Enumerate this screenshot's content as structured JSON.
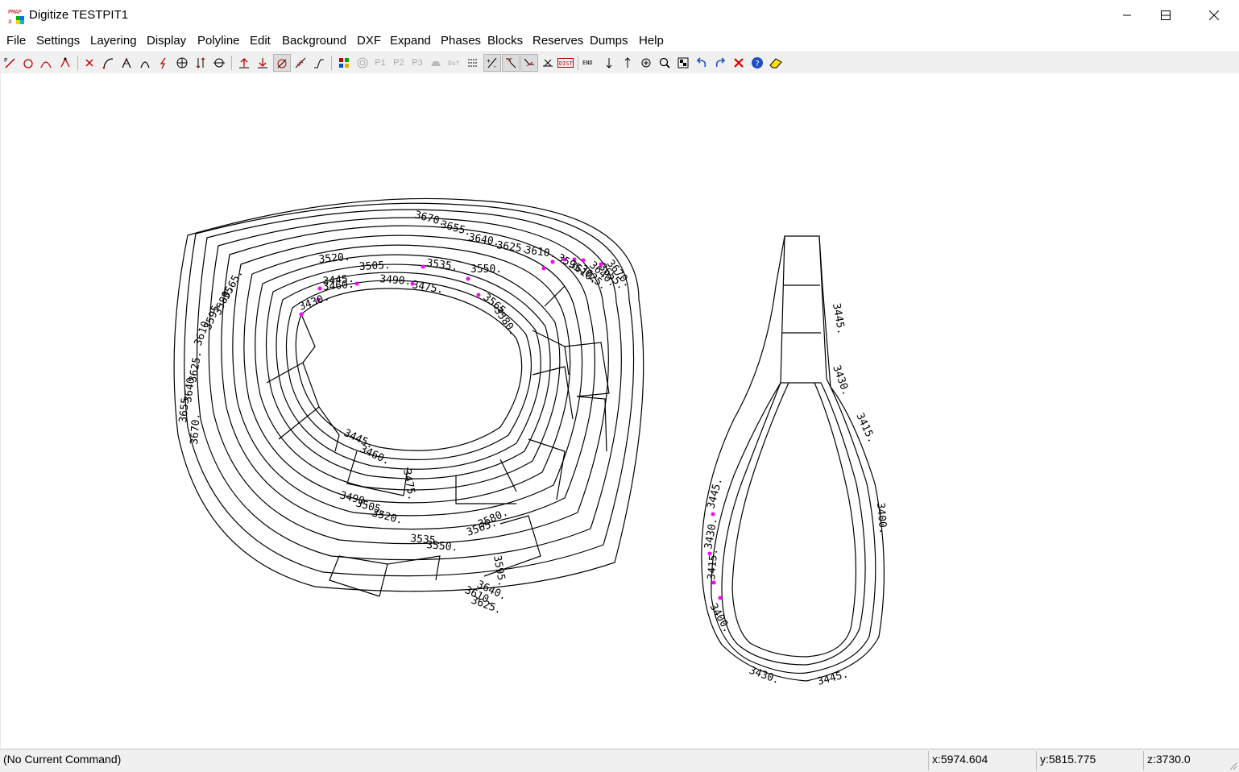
{
  "window": {
    "title": "Digitize TESTPIT1",
    "app_icon": "pmap-app-icon"
  },
  "menu": [
    "File",
    "Settings",
    "Layering",
    "Display",
    "Polyline",
    "Edit",
    "Background",
    "DXF",
    "Expand",
    "Phases",
    "Blocks",
    "Reserves",
    "Dumps",
    "Help"
  ],
  "toolbar": {
    "p1": "P1",
    "p2": "P2",
    "p3": "P3",
    "dist": "DIST",
    "end": "END"
  },
  "canvas": {
    "pit_left_labels": {
      "top1": "3670.",
      "top2": "3655.",
      "top3": "3640.",
      "top4": "3625.",
      "top5": "3610.",
      "inner1": "3520.",
      "inner2": "3505.",
      "inner3": "3490.",
      "inner4": "3475.",
      "inner5": "3535.",
      "inner6": "3550.",
      "inner7": "3460.",
      "inner8": "3445.",
      "inner9": "3430.",
      "inner10": "3565.",
      "inner11": "3580.",
      "west1": "3565.",
      "west2": "3580.",
      "west3": "3595.",
      "west4": "3610.",
      "far_west1": "3625.",
      "far_west2": "3640.",
      "far_west3": "3655.",
      "far_west4": "3670.",
      "south1": "3445.",
      "south2": "3460.",
      "south3": "3475.",
      "south4": "3490.",
      "south5": "3505.",
      "south6": "3520.",
      "south7": "3535.",
      "south8": "3550.",
      "south9": "3565.",
      "south10": "3580.",
      "south11": "3595.",
      "south12": "3610.",
      "south13": "3625.",
      "south14": "3640.",
      "east1": "3595.",
      "east2": "3610.",
      "east3": "3625.",
      "east4": "3640.",
      "east5": "3655.",
      "east6": "3670."
    },
    "pit_right_labels": {
      "r1": "3445.",
      "r2": "3430.",
      "r3": "3415.",
      "r4": "3400.",
      "r5": "3445.",
      "r6": "3430.",
      "r7": "3415.",
      "r8": "3400.",
      "r9": "3430.",
      "r10": "3445."
    }
  },
  "status": {
    "command": "(No Current Command)",
    "x": "x:5974.604",
    "y": "y:5815.775",
    "z": "z:3730.0"
  }
}
